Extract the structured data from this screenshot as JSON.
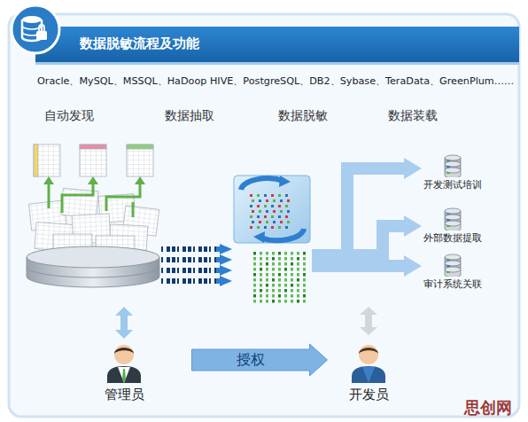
{
  "diagram": {
    "title": "数据脱敏流程及功能",
    "nodes": [
      {
        "text": [
          "开发测试培训"
        ]
      },
      {
        "text": [
          "外部数据提取"
        ]
      },
      {
        "text": [
          "审计系统关联"
        ]
      },
      {
        "text": [
          "管理员"
        ]
      },
      {
        "text": [
          "开发员"
        ]
      }
    ],
    "edges": [
      {
        "from": 3,
        "to": 4,
        "arrow": "to",
        "label": "授权"
      }
    ],
    "labels": [
      "Oracle、MySQL、MSSQL、HaDoop HIVE、PostgreSQL、DB2、Sybase、TeraData、GreenPlum……",
      "自动发现",
      "数据抽取",
      "数据脱敏",
      "数据装载",
      "思创网"
    ]
  }
}
